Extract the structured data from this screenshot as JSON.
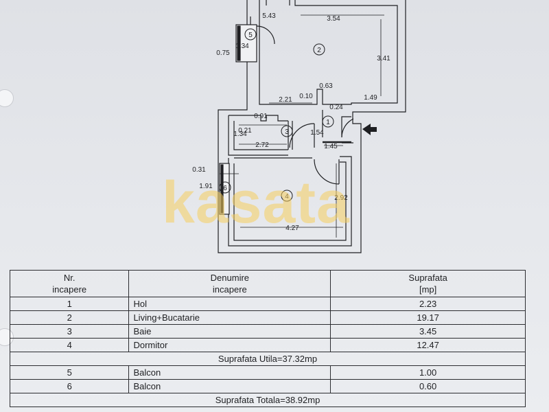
{
  "watermark": "kasata",
  "plan": {
    "dimensions": [
      "5.43",
      "3.54",
      "3.41",
      "1.34",
      "0.75",
      "0.63",
      "2.21",
      "0.10",
      "0.24",
      "1.49",
      "0.91",
      "0.21",
      "1.54",
      "1.34",
      "2.72",
      "1.45",
      "0.31",
      "1.91",
      "2.92",
      "4.27"
    ],
    "room_numbers": [
      "1",
      "2",
      "3",
      "4",
      "5",
      "6"
    ]
  },
  "table": {
    "header": [
      "Nr.\nincapere",
      "Denumire\nincapere",
      "Suprafata\n[mp]"
    ],
    "rows": [
      {
        "nr": "1",
        "name": "Hol",
        "area": "2.23"
      },
      {
        "nr": "2",
        "name": "Living+Bucatarie",
        "area": "19.17"
      },
      {
        "nr": "3",
        "name": "Baie",
        "area": "3.45"
      },
      {
        "nr": "4",
        "name": "Dormitor",
        "area": "12.47"
      }
    ],
    "useful_total": "Suprafata Utila=37.32mp",
    "balcony_rows": [
      {
        "nr": "5",
        "name": "Balcon",
        "area": "1.00"
      },
      {
        "nr": "6",
        "name": "Balcon",
        "area": "0.60"
      }
    ],
    "grand_total": "Suprafata Totala=38.92mp"
  }
}
